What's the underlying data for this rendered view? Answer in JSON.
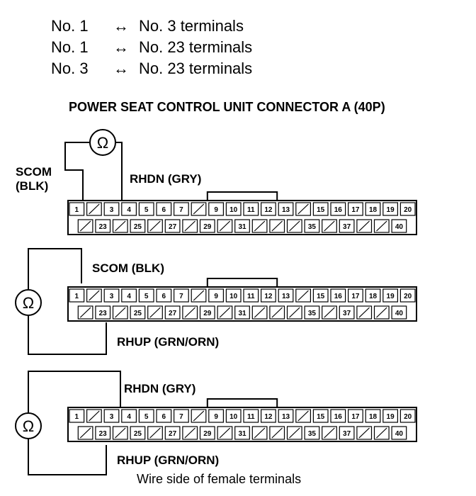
{
  "checks": [
    {
      "from": "No. 1",
      "arrow": "↔",
      "to": "No. 3 terminals"
    },
    {
      "from": "No. 1",
      "arrow": "↔",
      "to": "No. 23 terminals"
    },
    {
      "from": "No. 3",
      "arrow": "↔",
      "to": "No. 23 terminals"
    }
  ],
  "connector_title": "POWER SEAT CONTROL UNIT CONNECTOR A (40P)",
  "ohm_symbol": "Ω",
  "connector": {
    "top_row": [
      "1",
      "",
      "3",
      "4",
      "5",
      "6",
      "7",
      "",
      "9",
      "10",
      "11",
      "12",
      "13",
      "",
      "15",
      "16",
      "17",
      "18",
      "19",
      "20"
    ],
    "bottom_row": [
      "",
      "23",
      "",
      "25",
      "",
      "27",
      "",
      "29",
      "",
      "31",
      "",
      "",
      "",
      "35",
      "",
      "37",
      "",
      "",
      "40"
    ]
  },
  "diagrams": [
    {
      "labels": {
        "scom": "SCOM",
        "scom_color": "(BLK)",
        "rhdn": "RHDN (GRY)"
      }
    },
    {
      "labels": {
        "scom": "SCOM (BLK)",
        "rhup": "RHUP (GRN/ORN)"
      }
    },
    {
      "labels": {
        "rhdn": "RHDN (GRY)",
        "rhup": "RHUP (GRN/ORN)",
        "caption": "Wire side of female terminals"
      }
    }
  ]
}
